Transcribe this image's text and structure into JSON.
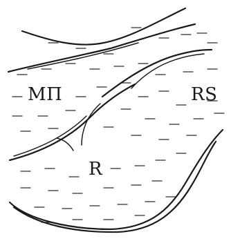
{
  "labels": {
    "mp": "МП",
    "rs": "RS",
    "r": "R"
  }
}
